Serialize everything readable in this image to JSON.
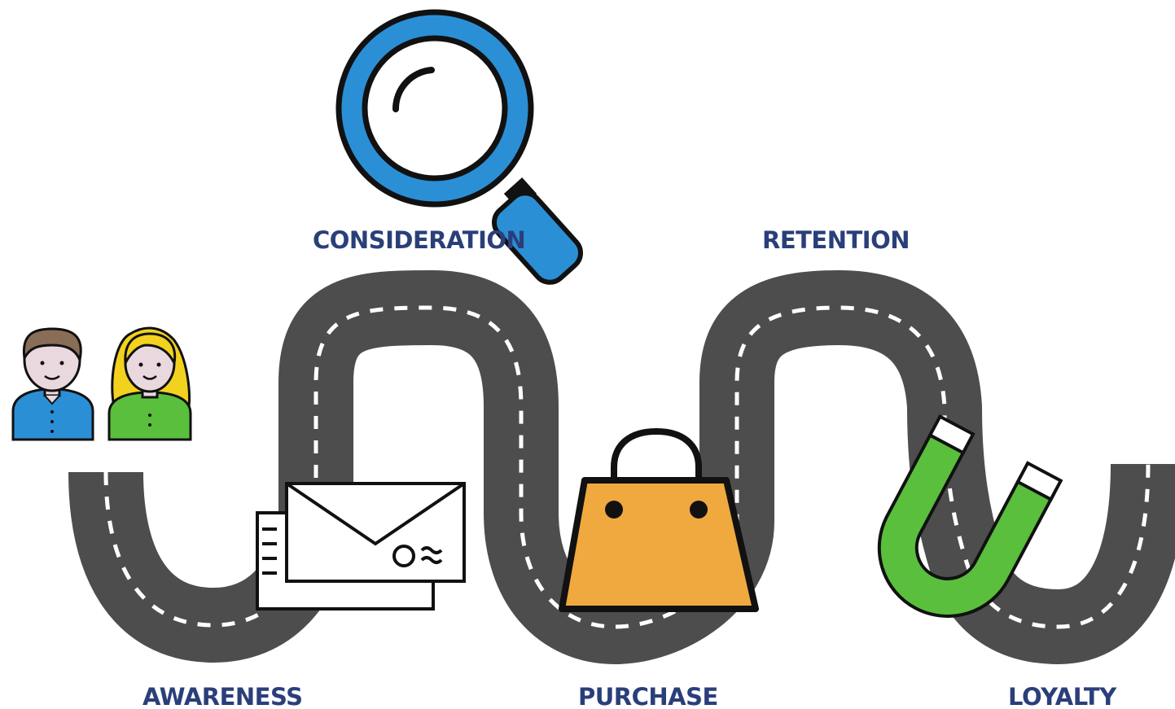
{
  "colors": {
    "label_text": "#2a3f7a",
    "road": "#4d4d4d",
    "road_dash": "#ffffff",
    "outline": "#111111",
    "blue": "#2b8fd6",
    "green": "#5abf3c",
    "orange": "#f0a93f",
    "skin": "#ead8df",
    "hair_brown": "#8a6d56",
    "hair_yellow": "#f3d21f"
  },
  "stages": {
    "awareness": "AWARENESS",
    "consideration": "CONSIDERATION",
    "purchase": "PURCHASE",
    "retention": "RETENTION",
    "loyalty": "LOYALTY"
  },
  "icons": {
    "people": "people-icon",
    "envelope": "envelope-icon",
    "magnifier": "magnifying-glass-icon",
    "bag": "shopping-bag-icon",
    "magnet": "magnet-icon"
  }
}
